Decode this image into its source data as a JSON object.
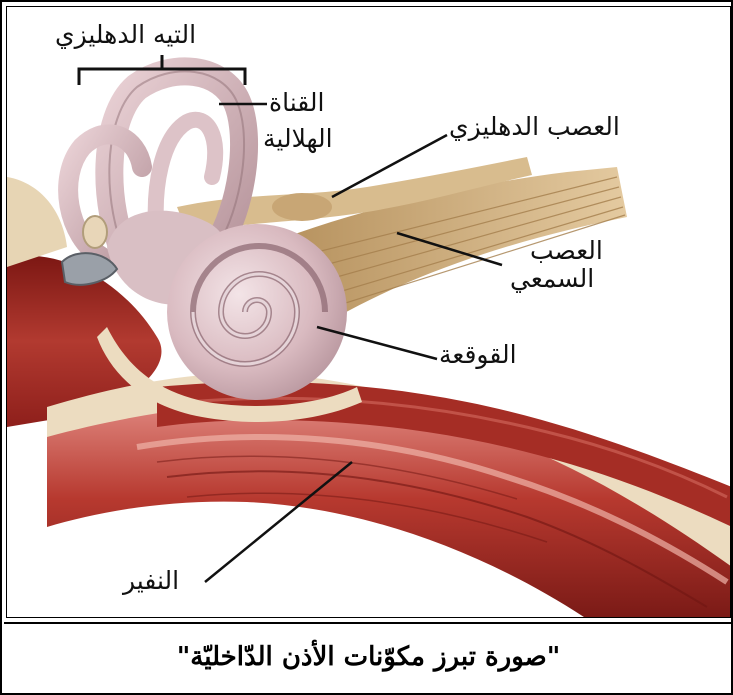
{
  "labels": {
    "vestibular_labyrinth": "التيه الدهليزي",
    "semicircular_canal_line1": "القناة",
    "semicircular_canal_line2": "الهلالية",
    "vestibular_nerve": "العصب الدهليزي",
    "auditory_nerve_line1": "العصب",
    "auditory_nerve_line2": "السمعي",
    "cochlea": "القوقعة",
    "eustachian_tube": "النفير"
  },
  "caption": "\"صورة تبرز مكوّنات الأذن الدّاخليّة\"",
  "colors": {
    "muscle_dark": "#8e1f1b",
    "muscle_mid": "#b23a30",
    "muscle_light": "#d0605a",
    "bone_cream": "#ecdcc0",
    "cochlea_pink": "#d7b7bd",
    "cochlea_light": "#efdde0",
    "nerve_tan": "#c9a876"
  }
}
